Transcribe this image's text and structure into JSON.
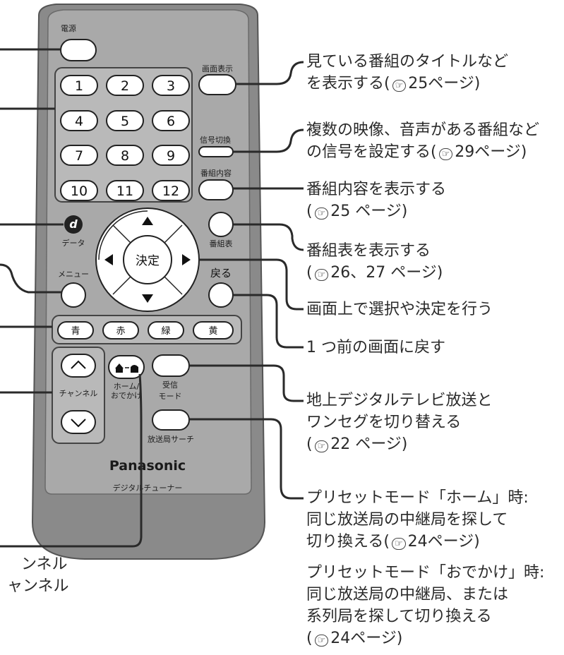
{
  "remote": {
    "power_label": "電源",
    "display_label": "画面表示",
    "signal_label": "信号切換",
    "program_info_label": "番組内容",
    "digits": [
      "1",
      "2",
      "3",
      "4",
      "5",
      "6",
      "7",
      "8",
      "9",
      "10",
      "11",
      "12"
    ],
    "data_label": "データ",
    "guide_label": "番組表",
    "menu_label": "メニュー",
    "ok_label": "決定",
    "back_label": "戻る",
    "color_buttons": [
      "青",
      "赤",
      "緑",
      "黄"
    ],
    "channel_label": "チャンネル",
    "home_label_1": "ホーム/",
    "home_label_2": "おでかけ",
    "receive_label_1": "受信",
    "receive_label_2": "モード",
    "station_search_label": "放送局サーチ",
    "brand": "Panasonic",
    "model": "デジタルチューナー"
  },
  "annotations": {
    "display": [
      "見ている番組のタイトルなど",
      "を表示する(",
      "25ページ)"
    ],
    "signal": [
      "複数の映像、音声がある番組など",
      "の信号を設定する(",
      "29ページ)"
    ],
    "program_info": [
      "番組内容を表示する",
      "(",
      "25 ページ)"
    ],
    "guide": [
      "番組表を表示する",
      "(",
      "26、27 ページ)"
    ],
    "select": "画面上で選択や決定を行う",
    "back": "1 つ前の画面に戻す",
    "receive": [
      "地上デジタルテレビ放送と",
      "ワンセグを切り替える",
      "(",
      "22 ページ)"
    ],
    "home": [
      "プリセットモード「ホーム」時:",
      "同じ放送局の中継局を探して",
      "切り換える(",
      "24ページ)"
    ],
    "outing": [
      "プリセットモード「おでかけ」時:",
      "同じ放送局の中継局、または",
      "系列局を探して切り換える",
      "(",
      "24ページ)"
    ],
    "left_partial": [
      "ンネル",
      "ャンネル"
    ]
  },
  "icons": [
    "hand-pointer-icon",
    "up-arrow-icon",
    "down-arrow-icon",
    "left-arrow-icon",
    "right-arrow-icon",
    "data-d-icon",
    "home-car-icon",
    "chevron-up-icon",
    "chevron-down-icon"
  ],
  "colors": {
    "body": "#8c8c8c",
    "panel": "#a8a8a8",
    "button": "#ffffff",
    "line": "#2a2a2a"
  }
}
